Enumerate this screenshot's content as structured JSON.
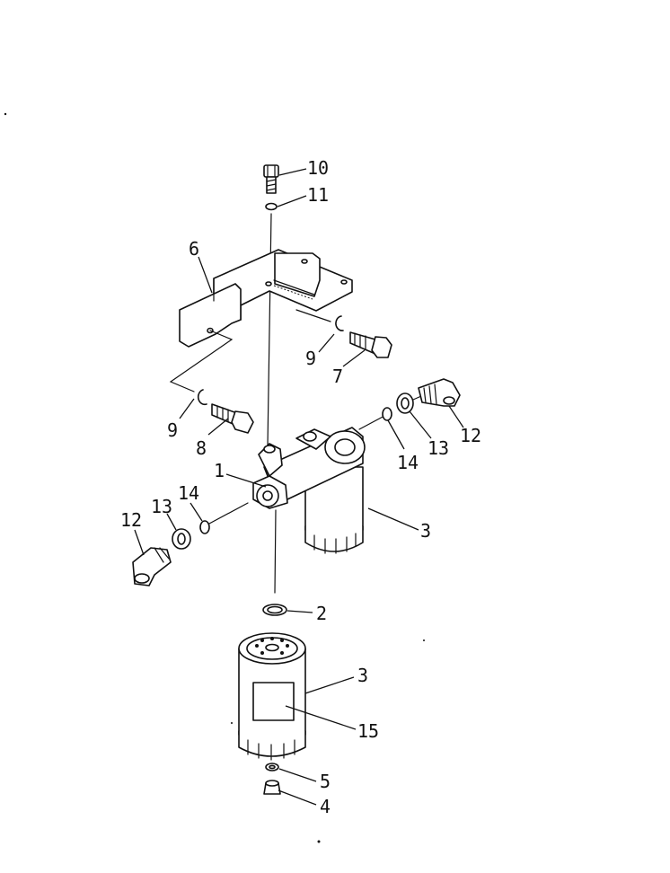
{
  "labels": {
    "p10": "10",
    "p11": "11",
    "p6": "6",
    "p9a": "9",
    "p7": "7",
    "p9b": "9",
    "p8": "8",
    "p14a": "14",
    "p13a": "13",
    "p12a": "12",
    "p1": "1",
    "p14b": "14",
    "p13b": "13",
    "p12b": "12",
    "p3a": "3",
    "p2": "2",
    "p3b": "3",
    "p15": "15",
    "p5": "5",
    "p4": "4"
  }
}
